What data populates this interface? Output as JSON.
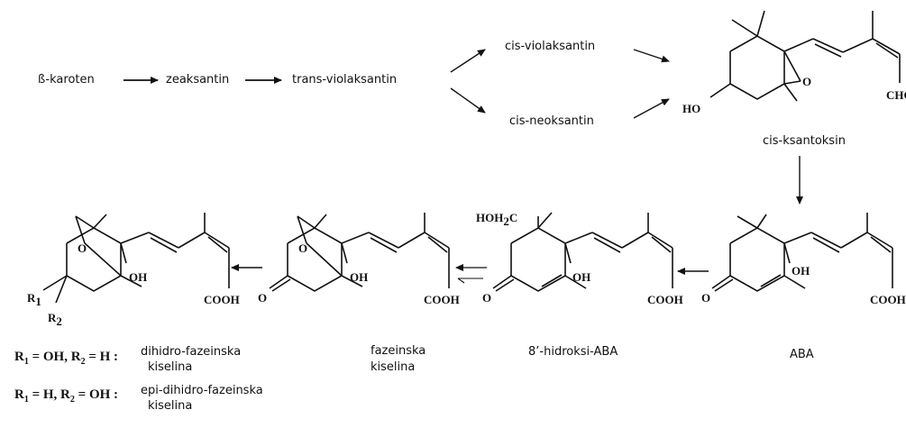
{
  "top_pathway": {
    "carotene": "ß-karoten",
    "zeaxanthin": "zeaksantin",
    "trans_violaxanthin": "trans-violaksantin",
    "cis_violaxanthin": "cis-violaksantin",
    "cis_neoxanthin": "cis-neoksantin",
    "cis_xanthoxin": "cis-ksantoksin"
  },
  "compounds": {
    "aba": "ABA",
    "hydroxy_aba": "8’-hidroksi-ABA",
    "phaseic_acid_line1": "fazeinska",
    "phaseic_acid_line2": "kiselina"
  },
  "chem_labels": {
    "ho": "HO",
    "o": "O",
    "cho": "CHO",
    "oh": "OH",
    "cooh": "COOH",
    "hoh2c_a": "HOH",
    "hoh2c_sub": "2",
    "hoh2c_b": "C",
    "r": "R",
    "sub1": "1",
    "sub2": "2"
  },
  "r_definitions": [
    {
      "def": "= OH, R",
      "def_tail": " = H :",
      "desc_line1": "dihidro-fazeinska",
      "desc_line2": "kiselina"
    },
    {
      "def": "= H, R",
      "def_tail": " = OH :",
      "desc_line1": "epi-dihidro-fazeinska",
      "desc_line2": "kiselina"
    }
  ]
}
